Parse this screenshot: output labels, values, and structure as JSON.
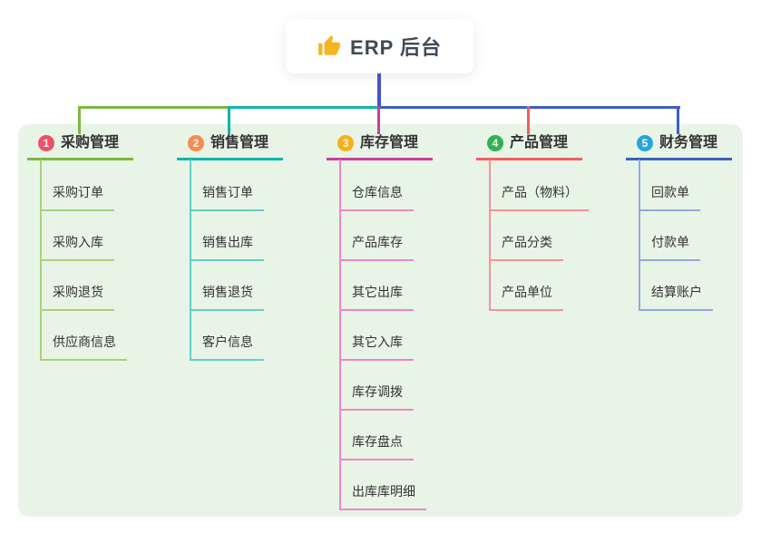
{
  "root": {
    "label": "ERP 后台",
    "icon": "thumbs-up-icon"
  },
  "theme": {
    "panel_bg": "#e8f5e6",
    "root_stem_color": "#4454c9",
    "root_text_color": "#3d4a59",
    "text_color": "#333333",
    "thumb_color": "#f7b422"
  },
  "branches": [
    {
      "index": "1",
      "label": "采购管理",
      "badge_color": "#ef5066",
      "line_color": "#7cb93e",
      "child_line_color": "#a9d17d",
      "children": [
        "采购订单",
        "采购入库",
        "采购退货",
        "供应商信息"
      ]
    },
    {
      "index": "2",
      "label": "销售管理",
      "badge_color": "#f98b4e",
      "line_color": "#0fb5aa",
      "child_line_color": "#63cfc6",
      "children": [
        "销售订单",
        "销售出库",
        "销售退货",
        "客户信息"
      ]
    },
    {
      "index": "3",
      "label": "库存管理",
      "badge_color": "#f9b017",
      "line_color": "#cc3d9e",
      "child_line_color": "#ee86c4",
      "children": [
        "仓库信息",
        "产品库存",
        "其它出库",
        "其它入库",
        "库存调拨",
        "库存盘点",
        "出库库明细"
      ]
    },
    {
      "index": "4",
      "label": "产品管理",
      "badge_color": "#2fb350",
      "line_color": "#f75b62",
      "child_line_color": "#fa9097",
      "children": [
        "产品（物料）",
        "产品分类",
        "产品单位"
      ]
    },
    {
      "index": "5",
      "label": "财务管理",
      "badge_color": "#27a5dc",
      "line_color": "#3d5ec4",
      "child_line_color": "#93a9e0",
      "children": [
        "回款单",
        "付款单",
        "结算账户"
      ]
    }
  ]
}
